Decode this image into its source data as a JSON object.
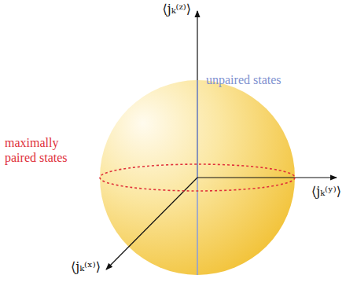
{
  "diagram": {
    "labels": [
      "⟨jₖ⁽ᶻ⁾⟩",
      "unpaired states",
      "⟨jₖ⁽ʸ⁾⟩",
      "maximally paired states",
      "⟨jₖ⁽ˣ⁾⟩"
    ]
  }
}
